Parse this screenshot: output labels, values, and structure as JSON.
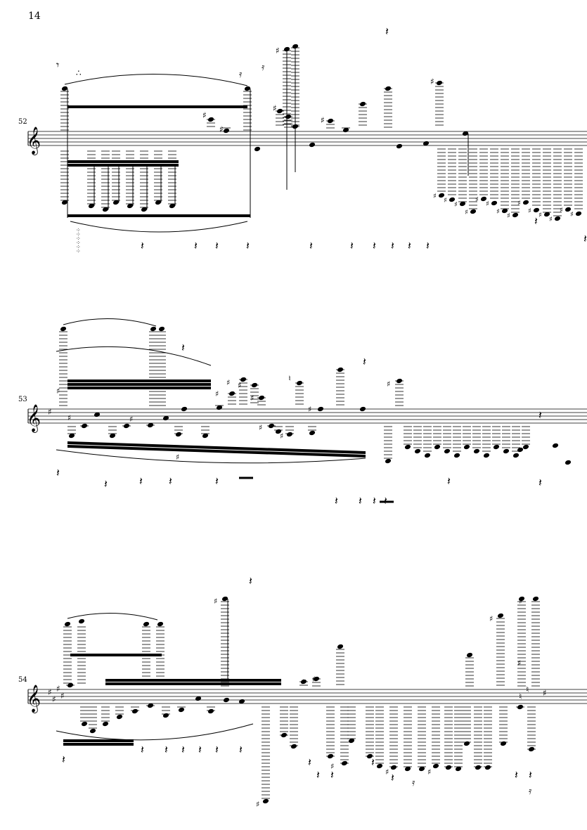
{
  "page": {
    "page_number": "14"
  },
  "systems": [
    {
      "measure_number": "52",
      "key_signature": ""
    },
    {
      "measure_number": "53",
      "key_signature": "F#"
    },
    {
      "measure_number": "54",
      "key_signature": "F# C# G# D#"
    }
  ],
  "symbols": {
    "treble_clef": "𝄞",
    "sharp": "♯",
    "natural": "♮",
    "quarter_rest": "𝄽",
    "eighth_rest": "𝄾",
    "sixteenth_rest": "𝄿"
  },
  "colors": {
    "ink": "#000000",
    "paper": "#ffffff"
  }
}
